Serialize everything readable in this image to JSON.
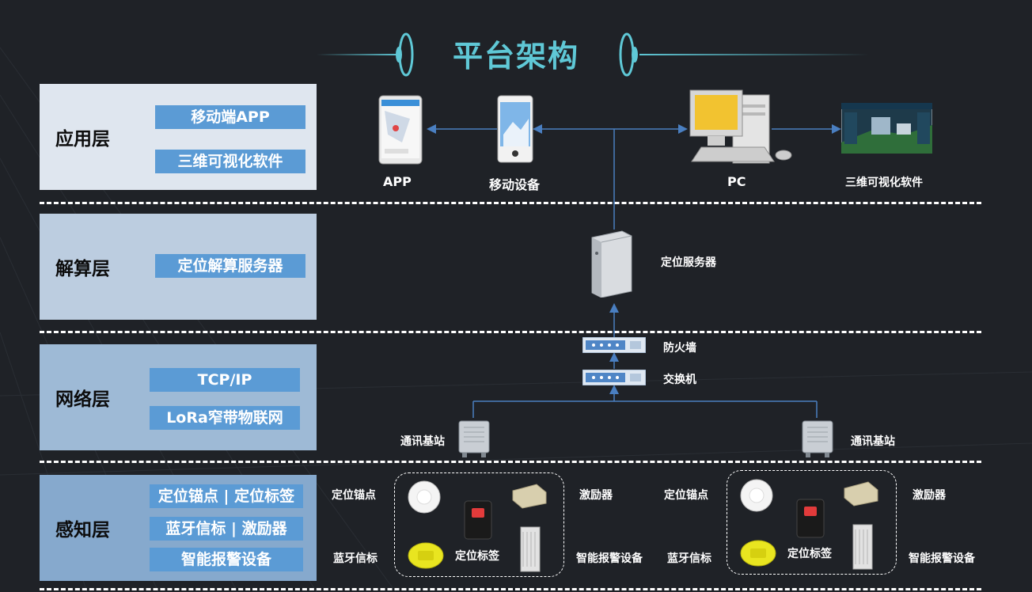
{
  "title": "平台架构",
  "layers": [
    {
      "name": "应用层",
      "tags": [
        "移动端APP",
        "三维可视化软件"
      ]
    },
    {
      "name": "解算层",
      "tags": [
        "定位解算服务器"
      ]
    },
    {
      "name": "网络层",
      "tags": [
        "TCP/IP",
        "LoRa窄带物联网"
      ]
    },
    {
      "name": "感知层",
      "tags": [
        "定位锚点 | 定位标签",
        "蓝牙信标 | 激励器",
        "智能报警设备"
      ]
    }
  ],
  "devices": {
    "app": "APP",
    "mobile": "移动设备",
    "pc": "PC",
    "viz": "三维可视化软件",
    "server": "定位服务器",
    "firewall": "防火墙",
    "switch": "交换机",
    "base_left": "通讯基站",
    "base_right": "通讯基站"
  },
  "sensor_group": {
    "anchor": "定位锚点",
    "exciter": "激励器",
    "beacon": "蓝牙信标",
    "tag": "定位标签",
    "alarm": "智能报警设备"
  },
  "colors": {
    "background": "#1f2227",
    "title": "#5fc8d6",
    "tag": "#5b9bd5",
    "line": "#4a7fc1"
  }
}
